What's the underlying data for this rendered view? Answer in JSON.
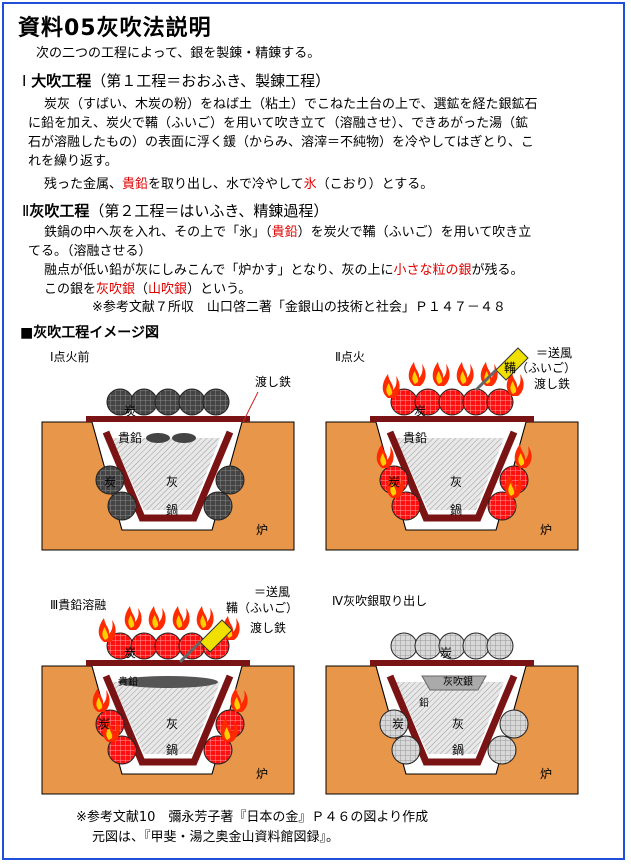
{
  "title": "資料05灰吹法説明",
  "intro": "次の二つの工程によって、銀を製錬・精錬する。",
  "step1": {
    "num": "Ⅰ",
    "name": "大吹工程",
    "sub": "（第１工程＝おおふき、製錬工程）",
    "line1": "炭灰（すばい、木炭の粉）をねば土（粘土）でこねた土台の上で、選鉱を経た銀鉱石",
    "line2": "に鉛を加え、炭火で鞴（ふいご）を用いて吹き立て（溶融させ）、できあがった湯（鉱",
    "line3": "石が溶融したもの）の表面に浮く鍰（からみ、溶滓＝不純物）を冷やしてはぎとり、こ",
    "line4": "れを繰り返す。",
    "line5a": "残った金属、",
    "line5b": "貴鉛",
    "line5c": "を取り出し、水で冷やして",
    "line5d": "氷",
    "line5e": "（こおり）とする。"
  },
  "step2": {
    "num": "Ⅱ",
    "name": "灰吹工程",
    "sub": "（第２工程＝はいふき、精錬過程）",
    "l1a": "鉄鍋の中へ灰を入れ、その上で「氷」（",
    "l1b": "貴鉛",
    "l1c": "）を炭火で鞴（ふいご）を用いて吹き立",
    "l2": "てる。（溶融させる）",
    "l3a": "融点が低い鉛が灰にしみこんで「炉かす」となり、灰の上に",
    "l3b": "小さな粒の銀",
    "l3c": "が残る。",
    "l4a": "この銀を",
    "l4b": "灰吹銀",
    "l4c": "（",
    "l4d": "山吹銀",
    "l4e": "）という。",
    "ref": "※参考文献７所収　山口啓二著「金銀山の技術と社会」Ｐ１４７－４８"
  },
  "section": "■灰吹工程イメージ図",
  "panels": {
    "p1": "Ⅰ点火前",
    "p2": "Ⅱ点火",
    "p3": "Ⅲ貴鉛溶融",
    "p4": "Ⅳ灰吹銀取り出し"
  },
  "labels": {
    "charcoal": "炭",
    "ash": "灰",
    "pot": "鍋",
    "furnace": "炉",
    "kien": "貴鉛",
    "kien_small": "貴鉛",
    "lead": "鉛",
    "watashi": "渡し鉄",
    "fuigo": "鞴（ふいご）",
    "soufu": "＝送風",
    "haifukigin": "灰吹銀"
  },
  "footer": {
    "ref": "※参考文献10　彌永芳子著『日本の金』Ｐ４６の図より作成",
    "orig": "元図は、『甲斐・湯之奥金山資料館図録』。"
  },
  "colors": {
    "border": "#1e4fd8",
    "furnace": "#e8964a",
    "pot": "#7a1414",
    "fire": "#ff2a00",
    "red_text": "#e00000"
  }
}
